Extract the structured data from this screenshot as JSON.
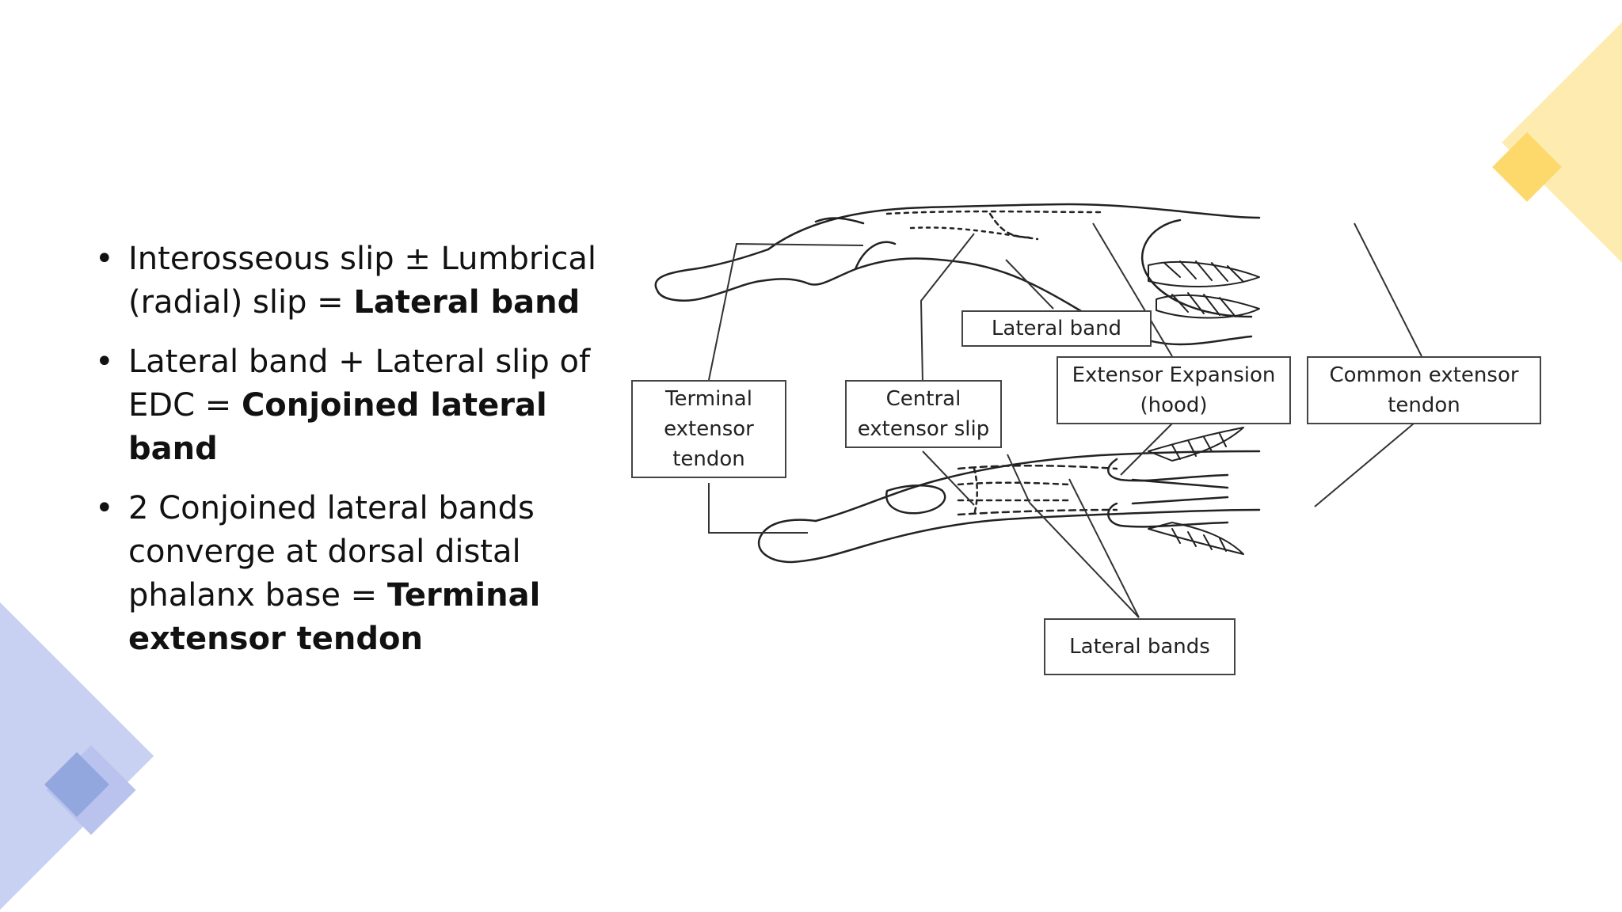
{
  "bullets": [
    {
      "pre": "Interosseous slip ± Lumbrical (radial) slip = ",
      "bold": "Lateral band"
    },
    {
      "pre": "Lateral band + Lateral slip of EDC = ",
      "bold": "Conjoined lateral band"
    },
    {
      "pre": "2 Conjoined lateral bands converge at dorsal distal phalanx base = ",
      "bold": "Terminal extensor tendon"
    }
  ],
  "diagram": {
    "labels": {
      "terminal_extensor_tendon": "Terminal extensor tendon",
      "central_extensor_slip": "Central extensor slip",
      "lateral_band": "Lateral band",
      "extensor_expansion": "Extensor Expansion (hood)",
      "common_extensor_tendon": "Common extensor tendon",
      "lateral_bands": "Lateral bands"
    }
  },
  "colors": {
    "accent_yellow": "#fde7a2",
    "accent_blue": "#c9d1f2",
    "line": "#333333"
  }
}
